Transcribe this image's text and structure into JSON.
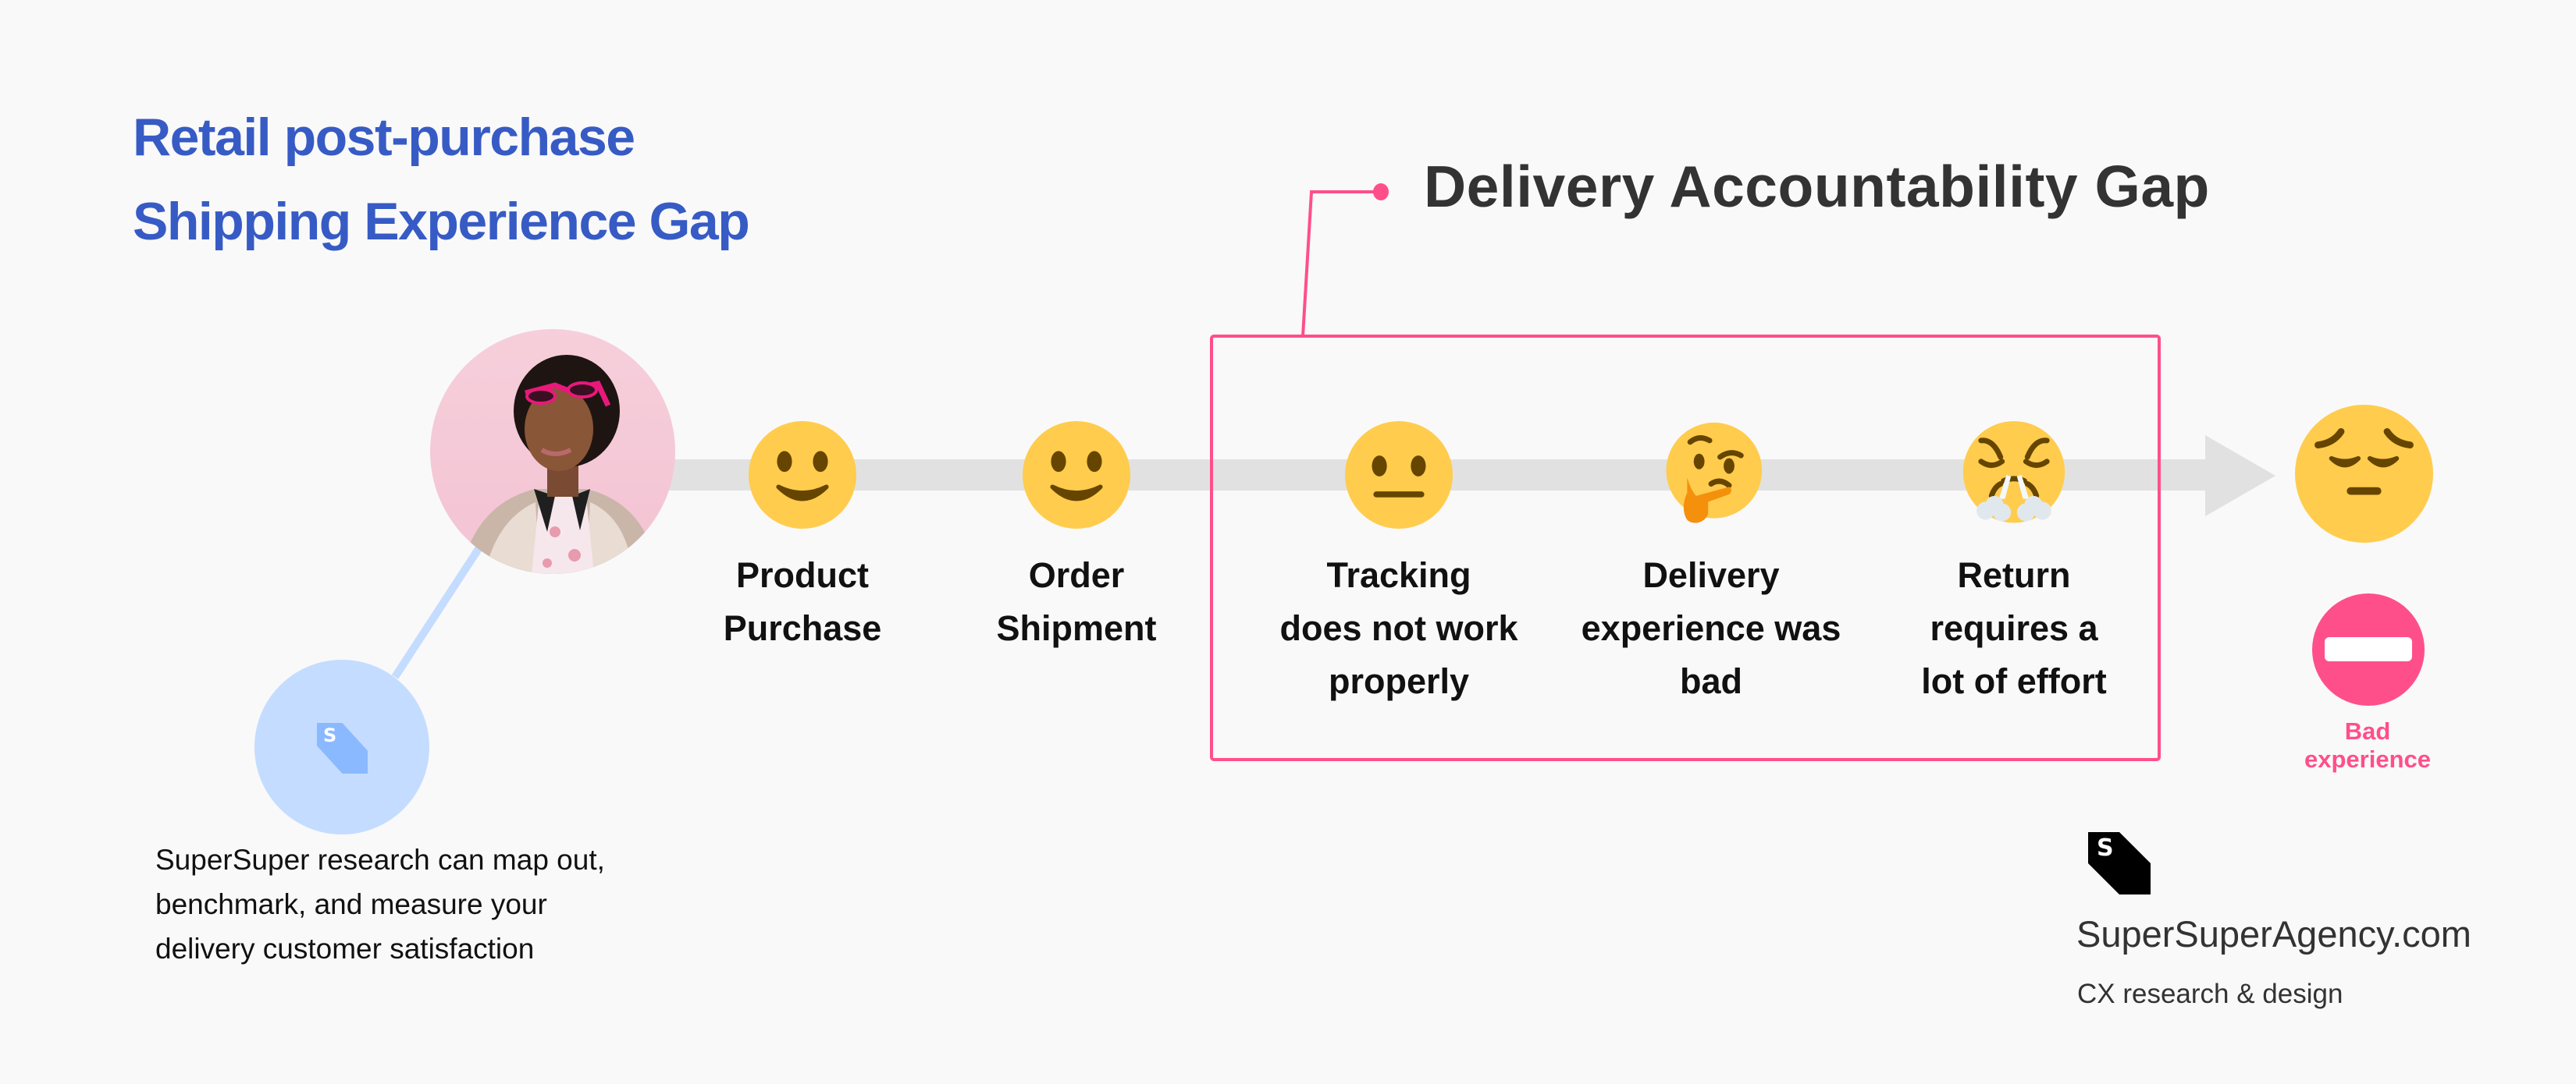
{
  "title": {
    "line1": "Retail post-purchase",
    "line2": "Shipping Experience Gap"
  },
  "gap": {
    "title": "Delivery Accountability Gap"
  },
  "customer": {
    "avatar_icon": "customer-photo"
  },
  "steps": [
    {
      "label": "Product\nPurchase",
      "emoji": "slightly-smiling-face"
    },
    {
      "label": "Order\nShipment",
      "emoji": "slightly-smiling-face"
    },
    {
      "label": "Tracking\ndoes not work\nproperly",
      "emoji": "neutral-face"
    },
    {
      "label": "Delivery\nexperience was\nbad",
      "emoji": "thinking-face"
    },
    {
      "label": "Return\nrequires a\nlot of effort",
      "emoji": "face-with-steam"
    }
  ],
  "outcome": {
    "emoji": "pensive-face",
    "status_icon": "no-entry",
    "label_line1": "Bad",
    "label_line2": "experience"
  },
  "research": {
    "logo_letter": "S",
    "lines": [
      "SuperSuper research can map out,",
      "benchmark, and measure your",
      "delivery customer satisfaction"
    ]
  },
  "brand": {
    "logo_letter": "S",
    "url": "SuperSuperAgency.com",
    "tagline": "CX research & design"
  },
  "colors": {
    "title_blue": "#375BC5",
    "accent_pink": "#FF4F8B",
    "emoji_yellow": "#FFCC4D",
    "emoji_feature": "#664500",
    "timeline_gray": "#E1E1E1",
    "research_blue": "#C4DCFF",
    "logo_blue": "#8AB9FF"
  }
}
